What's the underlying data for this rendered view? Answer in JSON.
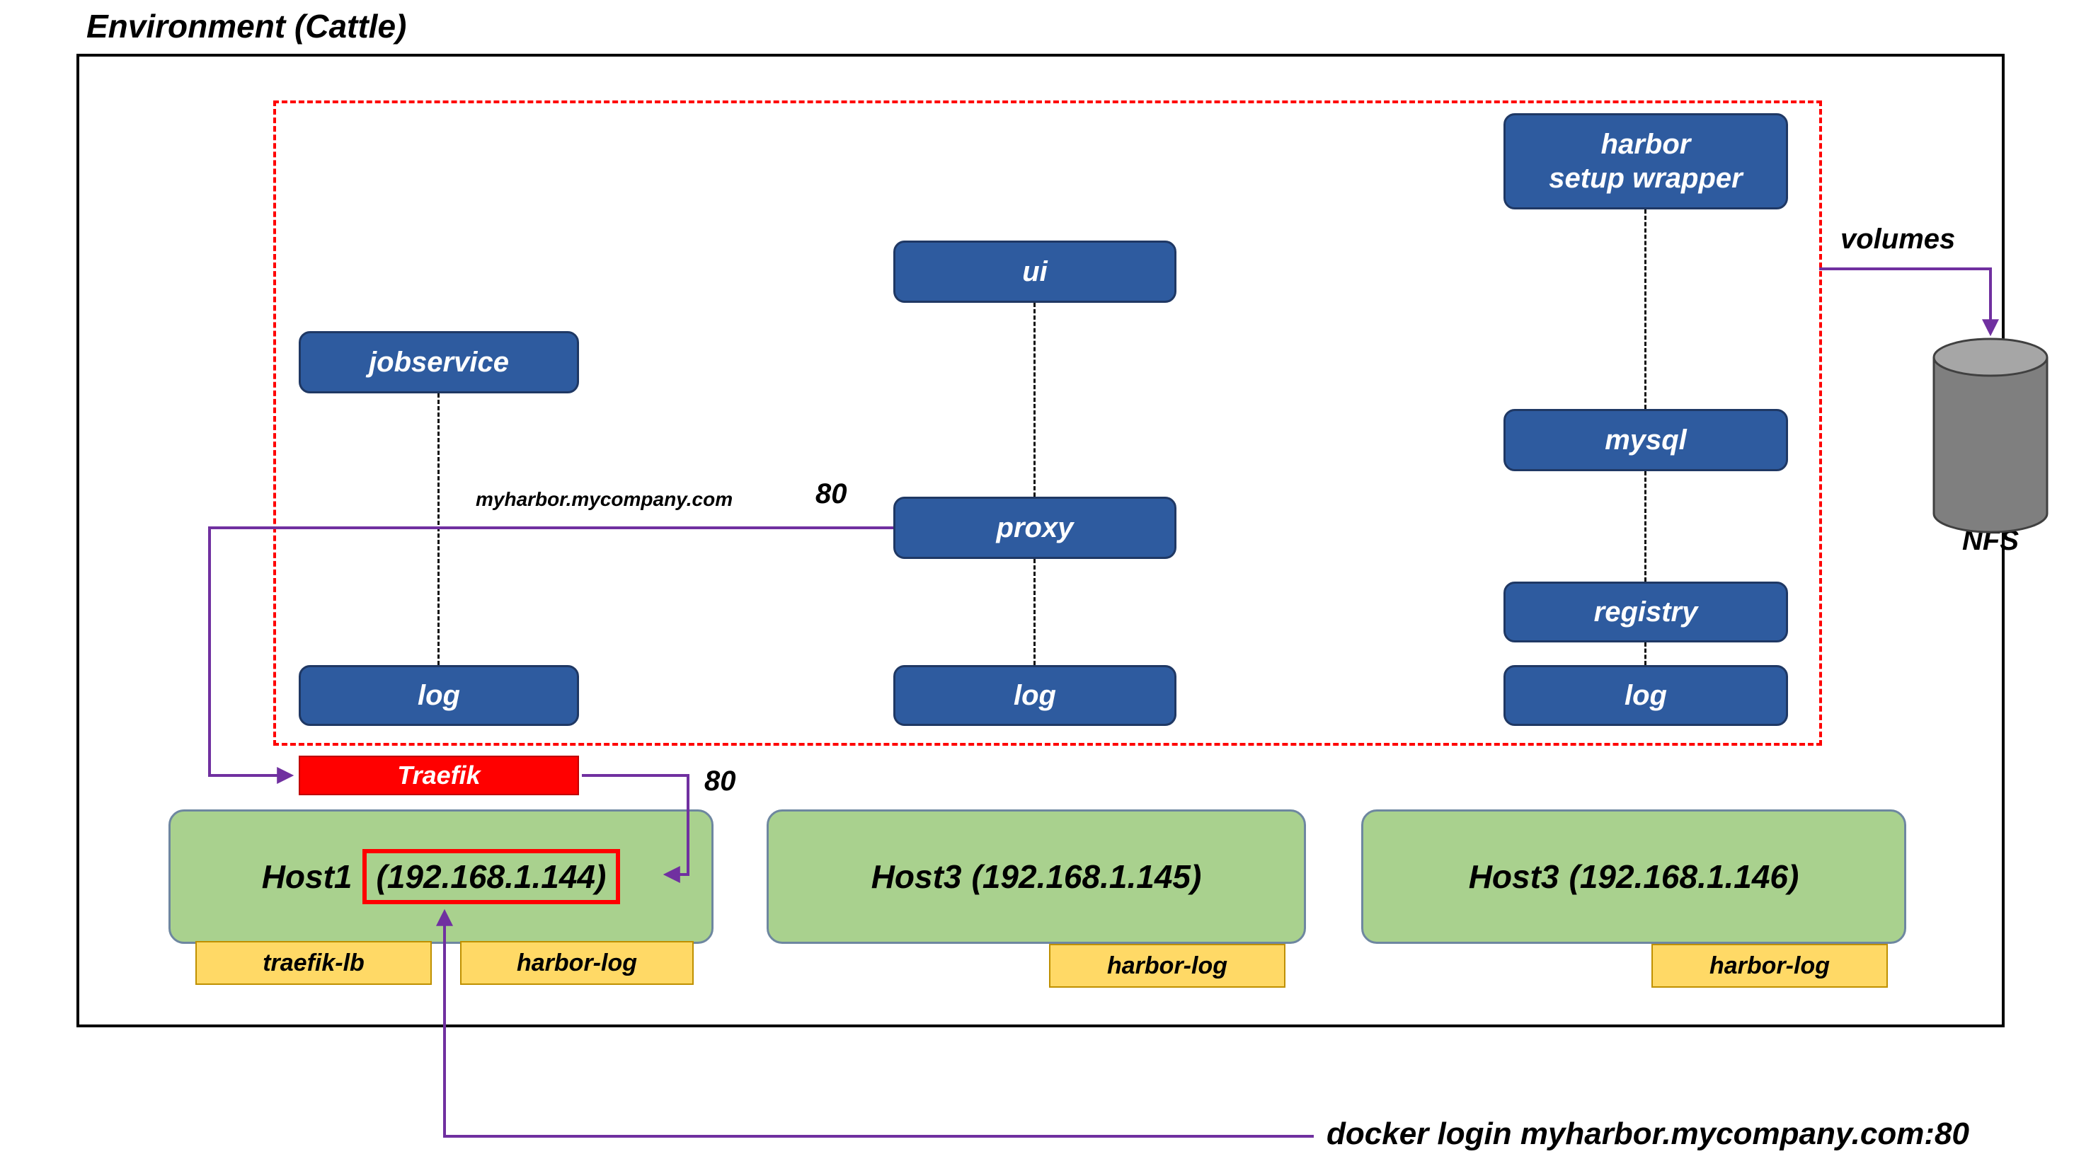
{
  "title": "Environment (Cattle)",
  "colors": {
    "service_blue": "#2E5B9F",
    "service_border": "#1F3864",
    "red": "#FF0000",
    "host_green": "#A9D18E",
    "container_yellow": "#FFD966",
    "connector_purple": "#7030A0",
    "nfs_gray": "#7F7F7F"
  },
  "services": {
    "jobservice": "jobservice",
    "ui": "ui",
    "proxy": "proxy",
    "harbor_setup_wrapper": "harbor\nsetup wrapper",
    "mysql": "mysql",
    "registry": "registry",
    "log_left": "log",
    "log_center": "log",
    "log_right": "log"
  },
  "traefik": {
    "label": "Traefik"
  },
  "labels": {
    "domain": "myharbor.mycompany.com",
    "port_proxy": "80",
    "port_traefik": "80",
    "volumes": "volumes",
    "nfs": "NFS",
    "docker_login": "docker login myharbor.mycompany.com:80"
  },
  "hosts": [
    {
      "name": "Host1",
      "ip": "(192.168.1.144)",
      "containers": [
        "traefik-lb",
        "harbor-log"
      ]
    },
    {
      "name": "Host3",
      "ip": "(192.168.1.145)",
      "containers": [
        "harbor-log"
      ]
    },
    {
      "name": "Host3",
      "ip": "(192.168.1.146)",
      "containers": [
        "harbor-log"
      ]
    }
  ]
}
